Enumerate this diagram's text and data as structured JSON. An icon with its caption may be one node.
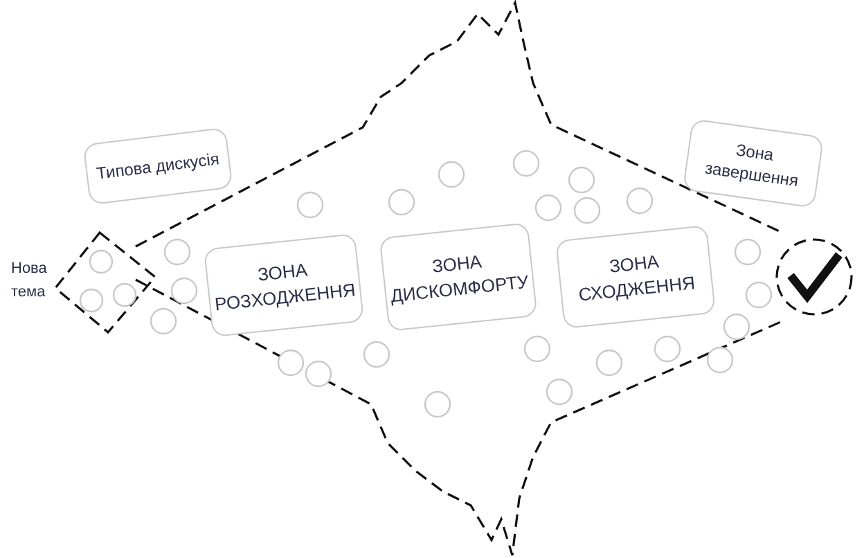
{
  "diagram": {
    "nodes": [
      {
        "text": [
          "Типова дискусія"
        ]
      },
      {
        "text": [
          "Зона завершення"
        ]
      },
      {
        "text": [
          "ЗОНА РОЗХОДЖЕННЯ"
        ]
      },
      {
        "text": [
          "ЗОНА ДИСКОМФОРТУ"
        ]
      },
      {
        "text": [
          "ЗОНА СХОДЖЕННЯ"
        ]
      }
    ],
    "labels": [
      "Нова тема"
    ]
  }
}
